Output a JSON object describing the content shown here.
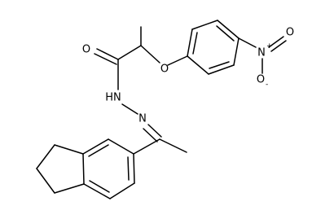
{
  "molecule": {
    "labels": {
      "carbonyl_oxygen": "O",
      "ether_oxygen": "O",
      "nh": "HN",
      "imine_n": "N",
      "nitro_n": "N",
      "nitro_n_charge": "+",
      "nitro_o_top": "O",
      "nitro_o_bottom": "O",
      "nitro_o_bottom_charge": "-"
    },
    "colors": {
      "bond": "#000000",
      "text": "#000000",
      "background": "#ffffff"
    }
  }
}
